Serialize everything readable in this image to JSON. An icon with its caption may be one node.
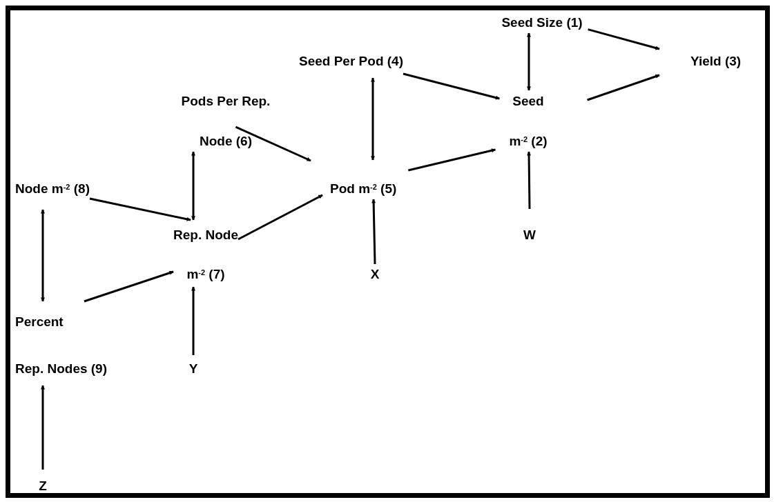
{
  "diagram": {
    "nodes": [
      {
        "text": [
          "Seed Size (1)"
        ]
      },
      {
        "text": [
          "Yield (3)"
        ]
      },
      {
        "text": [
          "Seed Per Pod (4)"
        ]
      },
      {
        "text": [
          "Seed",
          "m$^{-2}$ (2)"
        ]
      },
      {
        "text": [
          "Pods Per Rep.",
          "Node (6)"
        ]
      },
      {
        "text": [
          "Node m$^{-2}$ (8)"
        ]
      },
      {
        "text": [
          "Pod m$^{-2}$ (5)"
        ]
      },
      {
        "text": [
          "Rep. Node",
          "m$^{-2}$ (7)"
        ]
      },
      {
        "text": [
          "W"
        ]
      },
      {
        "text": [
          "X"
        ]
      },
      {
        "text": [
          "Percent",
          "Rep. Nodes (9)"
        ]
      },
      {
        "text": [
          "Y"
        ]
      },
      {
        "text": [
          "Z"
        ]
      }
    ],
    "edges": [
      {
        "from": 0,
        "to": 1,
        "arrow": "to"
      },
      {
        "from": 0,
        "to": 3,
        "arrow": "both"
      },
      {
        "from": 2,
        "to": 3,
        "arrow": "to"
      },
      {
        "from": 3,
        "to": 1,
        "arrow": "to"
      },
      {
        "from": 2,
        "to": 6,
        "arrow": "both"
      },
      {
        "from": 4,
        "to": 6,
        "arrow": "to"
      },
      {
        "from": 4,
        "to": 7,
        "arrow": "both"
      },
      {
        "from": 5,
        "to": 7,
        "arrow": "to"
      },
      {
        "from": 7,
        "to": 6,
        "arrow": "to"
      },
      {
        "from": 6,
        "to": 3,
        "arrow": "to"
      },
      {
        "from": 8,
        "to": 3,
        "arrow": "to"
      },
      {
        "from": 9,
        "to": 6,
        "arrow": "to"
      },
      {
        "from": 5,
        "to": 10,
        "arrow": "both"
      },
      {
        "from": 10,
        "to": 7,
        "arrow": "to"
      },
      {
        "from": 11,
        "to": 7,
        "arrow": "to"
      },
      {
        "from": 12,
        "to": 10,
        "arrow": "to"
      }
    ]
  }
}
